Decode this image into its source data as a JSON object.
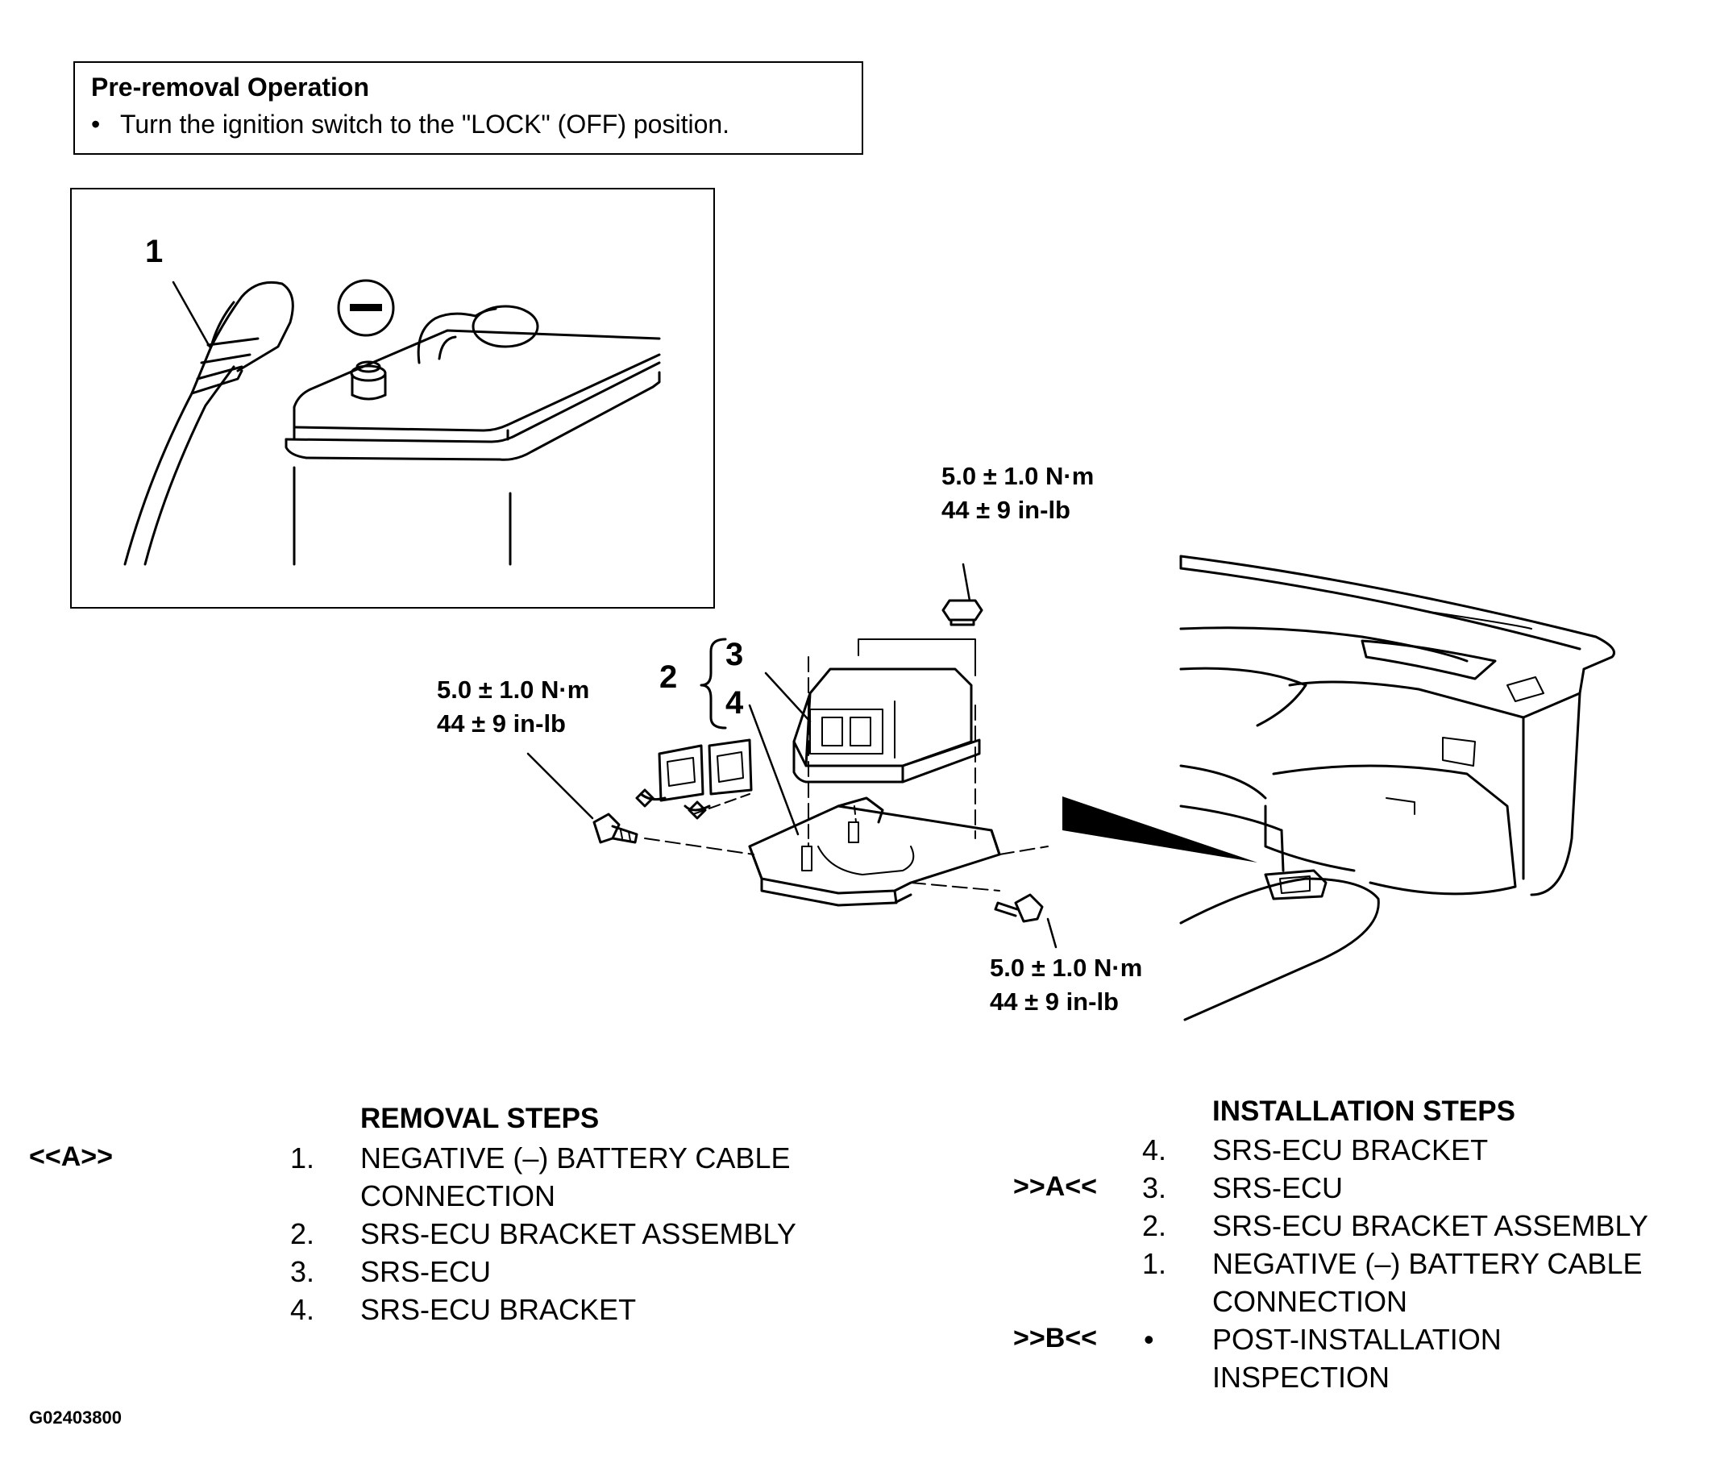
{
  "pre_removal": {
    "title": "Pre-removal Operation",
    "bullet": "•",
    "item": "Turn the ignition switch to the \"LOCK\" (OFF) position."
  },
  "callouts": {
    "battery_cable": "1",
    "negative_symbol": "−",
    "bracket_assembly": "2",
    "srs_ecu": "3",
    "srs_ecu_bracket": "4"
  },
  "torques": {
    "top_nut": {
      "metric": "5.0 ± 1.0 N·m",
      "imperial": "44 ± 9 in-lb"
    },
    "left_bolt": {
      "metric": "5.0 ± 1.0 N·m",
      "imperial": "44 ± 9 in-lb"
    },
    "right_bolt": {
      "metric": "5.0 ± 1.0 N·m",
      "imperial": "44 ± 9 in-lb"
    }
  },
  "removal": {
    "title": "REMOVAL STEPS",
    "steps": [
      {
        "code": "<<A>>",
        "num": "1.",
        "text": "NEGATIVE (–) BATTERY CABLE",
        "text2": "CONNECTION"
      },
      {
        "code": "",
        "num": "2.",
        "text": "SRS-ECU BRACKET ASSEMBLY",
        "text2": ""
      },
      {
        "code": "",
        "num": "3.",
        "text": "SRS-ECU",
        "text2": ""
      },
      {
        "code": "",
        "num": "4.",
        "text": "SRS-ECU BRACKET",
        "text2": ""
      }
    ]
  },
  "installation": {
    "title": "INSTALLATION STEPS",
    "steps": [
      {
        "code": "",
        "num": "4.",
        "text": "SRS-ECU BRACKET",
        "text2": ""
      },
      {
        "code": ">>A<<",
        "num": "3.",
        "text": "SRS-ECU",
        "text2": ""
      },
      {
        "code": "",
        "num": "2.",
        "text": "SRS-ECU BRACKET ASSEMBLY",
        "text2": ""
      },
      {
        "code": "",
        "num": "1.",
        "text": "NEGATIVE (–) BATTERY CABLE",
        "text2": "CONNECTION"
      },
      {
        "code": ">>B<<",
        "num": "•",
        "text": "POST-INSTALLATION",
        "text2": "INSPECTION"
      }
    ]
  },
  "figure_id": "G02403800"
}
